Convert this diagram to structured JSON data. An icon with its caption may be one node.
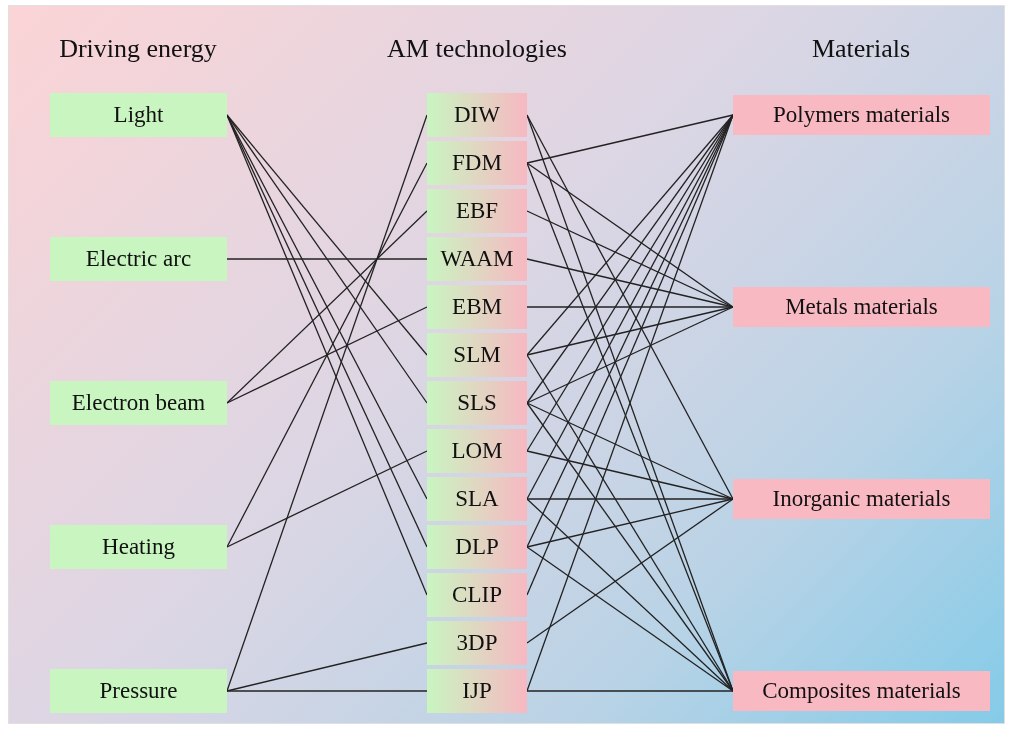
{
  "diagram": {
    "nodes": [
      {
        "text": [
          "Light"
        ]
      },
      {
        "text": [
          "Electric arc"
        ]
      },
      {
        "text": [
          "Electron beam"
        ]
      },
      {
        "text": [
          "Heating"
        ]
      },
      {
        "text": [
          "Pressure"
        ]
      },
      {
        "text": [
          "DIW"
        ]
      },
      {
        "text": [
          "FDM"
        ]
      },
      {
        "text": [
          "EBF"
        ]
      },
      {
        "text": [
          "WAAM"
        ]
      },
      {
        "text": [
          "EBM"
        ]
      },
      {
        "text": [
          "SLM"
        ]
      },
      {
        "text": [
          "SLS"
        ]
      },
      {
        "text": [
          "LOM"
        ]
      },
      {
        "text": [
          "SLA"
        ]
      },
      {
        "text": [
          "DLP"
        ]
      },
      {
        "text": [
          "CLIP"
        ]
      },
      {
        "text": [
          "3DP"
        ]
      },
      {
        "text": [
          "IJP"
        ]
      },
      {
        "text": [
          "Polymers materials"
        ]
      },
      {
        "text": [
          "Metals materials"
        ]
      },
      {
        "text": [
          "Inorganic materials"
        ]
      },
      {
        "text": [
          "Composites materials"
        ]
      }
    ],
    "edges": [
      {
        "from": 0,
        "to": 10,
        "arrow": "none"
      },
      {
        "from": 0,
        "to": 11,
        "arrow": "none"
      },
      {
        "from": 0,
        "to": 13,
        "arrow": "none"
      },
      {
        "from": 0,
        "to": 14,
        "arrow": "none"
      },
      {
        "from": 0,
        "to": 15,
        "arrow": "none"
      },
      {
        "from": 1,
        "to": 8,
        "arrow": "none"
      },
      {
        "from": 2,
        "to": 7,
        "arrow": "none"
      },
      {
        "from": 2,
        "to": 9,
        "arrow": "none"
      },
      {
        "from": 3,
        "to": 6,
        "arrow": "none"
      },
      {
        "from": 3,
        "to": 12,
        "arrow": "none"
      },
      {
        "from": 4,
        "to": 5,
        "arrow": "none"
      },
      {
        "from": 4,
        "to": 16,
        "arrow": "none"
      },
      {
        "from": 4,
        "to": 17,
        "arrow": "none"
      },
      {
        "from": 5,
        "to": 20,
        "arrow": "none"
      },
      {
        "from": 5,
        "to": 21,
        "arrow": "none"
      },
      {
        "from": 6,
        "to": 18,
        "arrow": "none"
      },
      {
        "from": 6,
        "to": 19,
        "arrow": "none"
      },
      {
        "from": 6,
        "to": 21,
        "arrow": "none"
      },
      {
        "from": 7,
        "to": 19,
        "arrow": "none"
      },
      {
        "from": 8,
        "to": 19,
        "arrow": "none"
      },
      {
        "from": 9,
        "to": 19,
        "arrow": "none"
      },
      {
        "from": 10,
        "to": 18,
        "arrow": "none"
      },
      {
        "from": 10,
        "to": 19,
        "arrow": "none"
      },
      {
        "from": 10,
        "to": 21,
        "arrow": "none"
      },
      {
        "from": 11,
        "to": 18,
        "arrow": "none"
      },
      {
        "from": 11,
        "to": 19,
        "arrow": "none"
      },
      {
        "from": 11,
        "to": 20,
        "arrow": "none"
      },
      {
        "from": 11,
        "to": 21,
        "arrow": "none"
      },
      {
        "from": 12,
        "to": 18,
        "arrow": "none"
      },
      {
        "from": 12,
        "to": 20,
        "arrow": "none"
      },
      {
        "from": 13,
        "to": 18,
        "arrow": "none"
      },
      {
        "from": 13,
        "to": 20,
        "arrow": "none"
      },
      {
        "from": 13,
        "to": 21,
        "arrow": "none"
      },
      {
        "from": 14,
        "to": 18,
        "arrow": "none"
      },
      {
        "from": 14,
        "to": 20,
        "arrow": "none"
      },
      {
        "from": 14,
        "to": 21,
        "arrow": "none"
      },
      {
        "from": 15,
        "to": 18,
        "arrow": "none"
      },
      {
        "from": 16,
        "to": 20,
        "arrow": "none"
      },
      {
        "from": 17,
        "to": 18,
        "arrow": "none"
      },
      {
        "from": 17,
        "to": 21,
        "arrow": "none"
      }
    ],
    "labels": [
      "Driving energy",
      "AM technologies",
      "Materials"
    ]
  }
}
